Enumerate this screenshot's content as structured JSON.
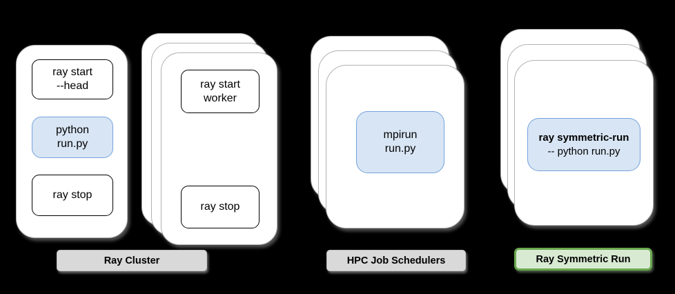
{
  "colors": {
    "background": "#000000",
    "card_fill": "#ffffff",
    "card_border": "#b3b3b3",
    "command_border": "#000000",
    "blue_fill": "#d8e5f4",
    "blue_border": "#74a1dc",
    "gray_label_fill": "#d9d9d9",
    "green_label_fill": "#d9ead3",
    "green_label_border": "#6aa84f"
  },
  "head_card": {
    "box_ray_start_head": "ray start\n--head",
    "box_python_run": "python\nrun.py",
    "box_ray_stop": "ray stop"
  },
  "worker_stack": {
    "box_ray_start_worker": "ray start\nworker",
    "box_ray_stop": "ray stop"
  },
  "hpc_stack": {
    "box_mpirun": "mpirun\nrun.py"
  },
  "symmetric_stack": {
    "box_title": "ray symmetric-run",
    "box_subtitle": "-- python run.py"
  },
  "labels": {
    "ray_cluster": "Ray Cluster",
    "hpc_job_schedulers": "HPC Job Schedulers",
    "ray_symmetric_run": "Ray Symmetric Run"
  }
}
